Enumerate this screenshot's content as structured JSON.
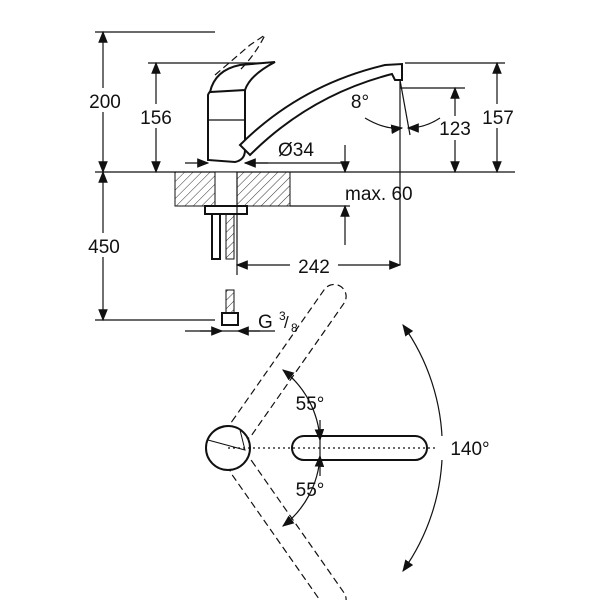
{
  "dimensions": {
    "height_total": "200",
    "height_lever": "156",
    "spout_angle": "8°",
    "spout_height": "123",
    "height_spout_top": "157",
    "diameter": "Ø34",
    "counter_thickness": "max. 60",
    "hose_length": "450",
    "spout_reach": "242",
    "thread": "G",
    "thread_num": "3",
    "thread_den": "8",
    "swivel_left": "55°",
    "swivel_right": "55°",
    "swivel_total": "140°"
  }
}
